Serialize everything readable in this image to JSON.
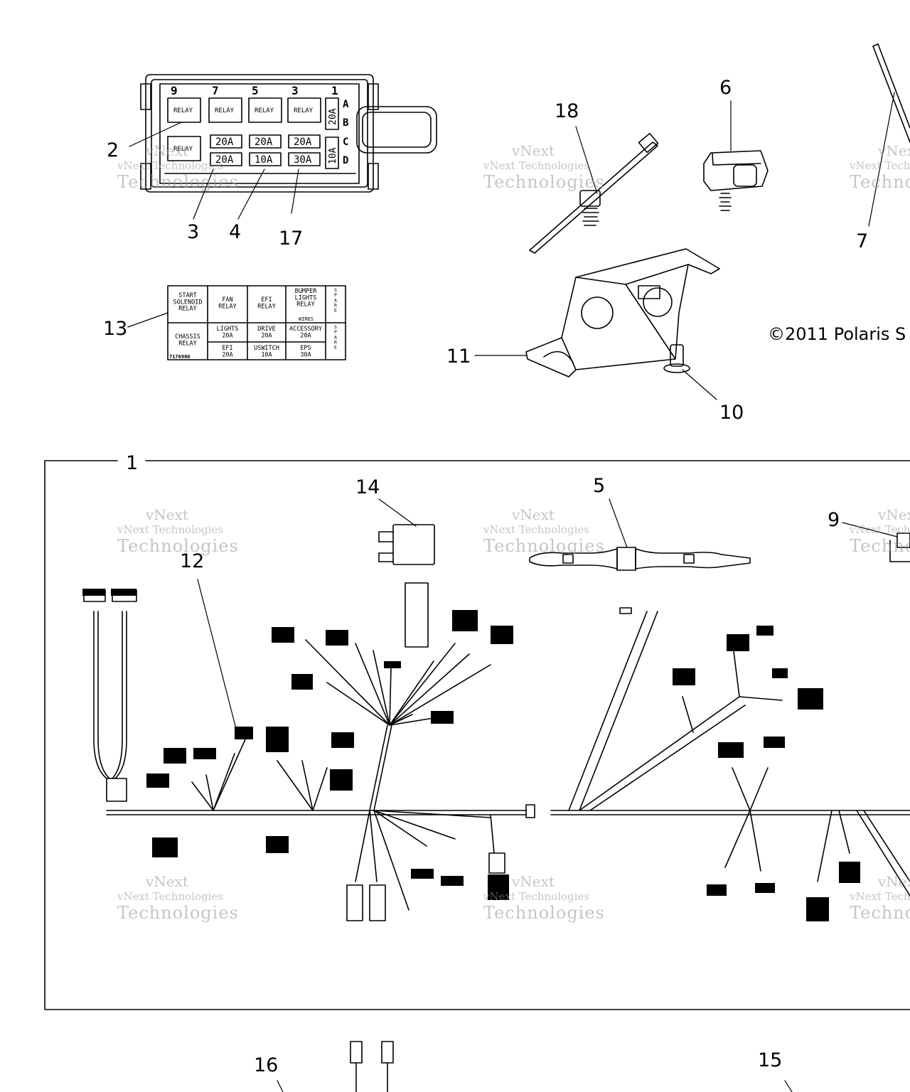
{
  "callouts": {
    "c1": "1",
    "c2": "2",
    "c3": "3",
    "c4": "4",
    "c5": "5",
    "c6": "6",
    "c7": "7",
    "c9": "9",
    "c10": "10",
    "c11": "11",
    "c12": "12",
    "c13": "13",
    "c14": "14",
    "c15": "15",
    "c16": "16",
    "c17": "17",
    "c18": "18"
  },
  "copyright": "©2011 Polaris S",
  "fuse_box": {
    "positions": [
      "9",
      "7",
      "5",
      "3",
      "1"
    ],
    "rows": [
      "A",
      "B",
      "C",
      "D"
    ],
    "relays": [
      "RELAY",
      "RELAY",
      "RELAY",
      "RELAY",
      "RELAY"
    ],
    "fuses_row_c": [
      "20A",
      "20A",
      "20A"
    ],
    "fuses_row_d": [
      "20A",
      "10A",
      "30A"
    ],
    "side_fuses": [
      "20A",
      "10A"
    ]
  },
  "label": {
    "c1_top": "START\nSOLENOID\nRELAY",
    "c2_top": "FAN\nRELAY",
    "c3_top": "EFI\nRELAY",
    "c4_top": "BUMPER\nLIGHTS\nRELAY",
    "c4_wires": "WIRES",
    "c5_top": "S\nP\nA\nR\nE",
    "c1_bottom": "CHASSIS\nRELAY",
    "c2_mid": "LIGHTS\n20A",
    "c3_mid": "DRIVE\n20A",
    "c4_mid": "ACCESSORY\n20A",
    "c2_bot": "EFI\n20A",
    "c3_bot": "USWITCH\n10A",
    "c4_bot": "EPS\n30A",
    "c5_bottom": "S\nP\nA\nR\nE",
    "part_no": "7176906"
  },
  "watermark": {
    "line1": "vNext",
    "line2": "vNext Technologies",
    "line3": "Technologies"
  }
}
